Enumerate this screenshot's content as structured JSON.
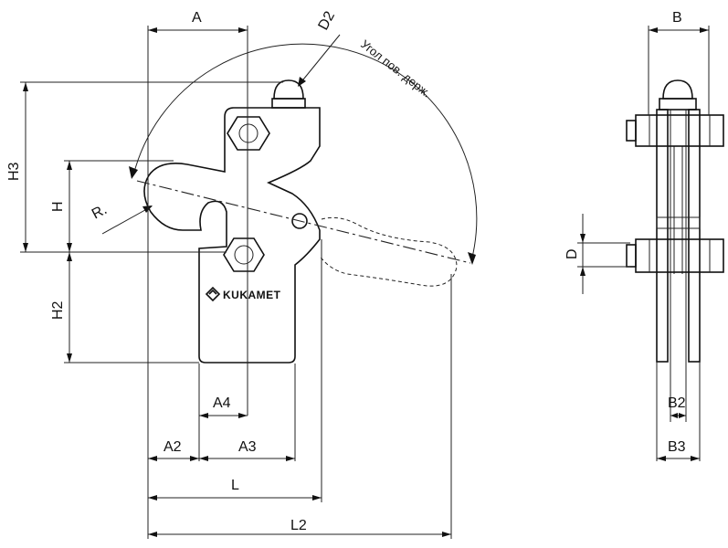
{
  "dimensions": {
    "A": "A",
    "A2": "A2",
    "A3": "A3",
    "A4": "A4",
    "L": "L",
    "L2": "L2",
    "H": "H",
    "H2": "H2",
    "H3": "H3",
    "R": "R.",
    "D2": "D2",
    "B": "B",
    "B2": "B2",
    "B3": "B3",
    "D": "D"
  },
  "notes": {
    "angle": "Угол пов. держ."
  },
  "logo": {
    "text": "KUKAMET"
  }
}
